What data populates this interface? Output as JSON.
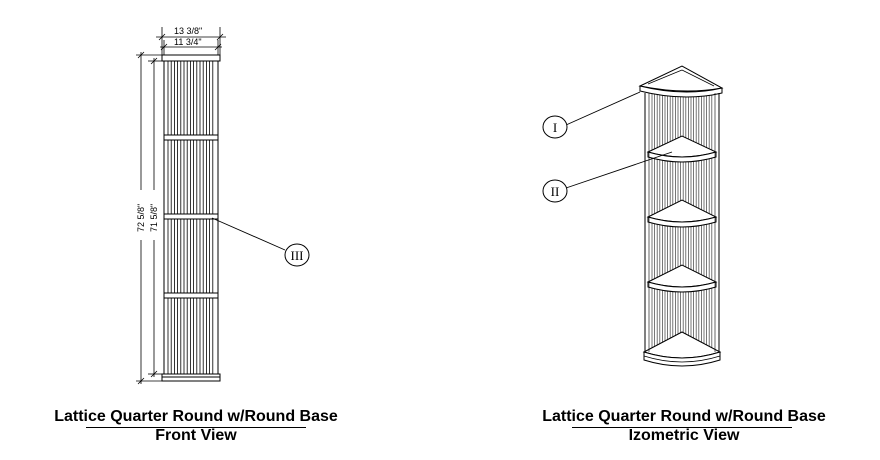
{
  "front": {
    "title_line1": "Lattice Quarter Round w/Round Base",
    "title_line2": "Front View",
    "dim_outer_width": "13 3/8\"",
    "dim_inner_width": "11 3/4\"",
    "dim_outer_height": "72 5/8\"",
    "dim_inner_height": "71 5/8\"",
    "callout_III": "III"
  },
  "iso": {
    "title_line1": "Lattice Quarter Round w/Round Base",
    "title_line2": "Izometric View",
    "callout_I": "I",
    "callout_II": "II"
  }
}
